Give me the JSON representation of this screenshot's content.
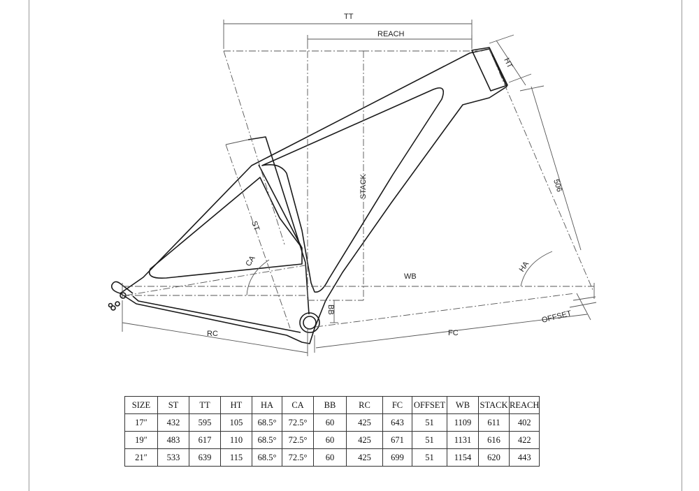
{
  "labels": {
    "tt": "TT",
    "reach": "REACH",
    "ht": "HT",
    "stack": "STACK",
    "st": "ST",
    "ca": "CA",
    "wb": "WB",
    "ha": "HA",
    "fork_length": "506",
    "bb": "BB",
    "rc": "RC",
    "fc": "FC",
    "offset": "OFFSET"
  },
  "table": {
    "headers": [
      "SIZE",
      "ST",
      "TT",
      "HT",
      "HA",
      "CA",
      "BB",
      "RC",
      "FC",
      "OFFSET",
      "WB",
      "STACK",
      "REACH"
    ],
    "rows": [
      [
        "17″",
        "432",
        "595",
        "105",
        "68.5°",
        "72.5°",
        "60",
        "425",
        "643",
        "51",
        "1109",
        "611",
        "402"
      ],
      [
        "19″",
        "483",
        "617",
        "110",
        "68.5°",
        "72.5°",
        "60",
        "425",
        "671",
        "51",
        "1131",
        "616",
        "422"
      ],
      [
        "21″",
        "533",
        "639",
        "115",
        "68.5°",
        "72.5°",
        "60",
        "425",
        "699",
        "51",
        "1154",
        "620",
        "443"
      ]
    ]
  },
  "colors": {
    "line": "#1a1a1a",
    "dim_line": "#555555",
    "background": "#ffffff"
  }
}
